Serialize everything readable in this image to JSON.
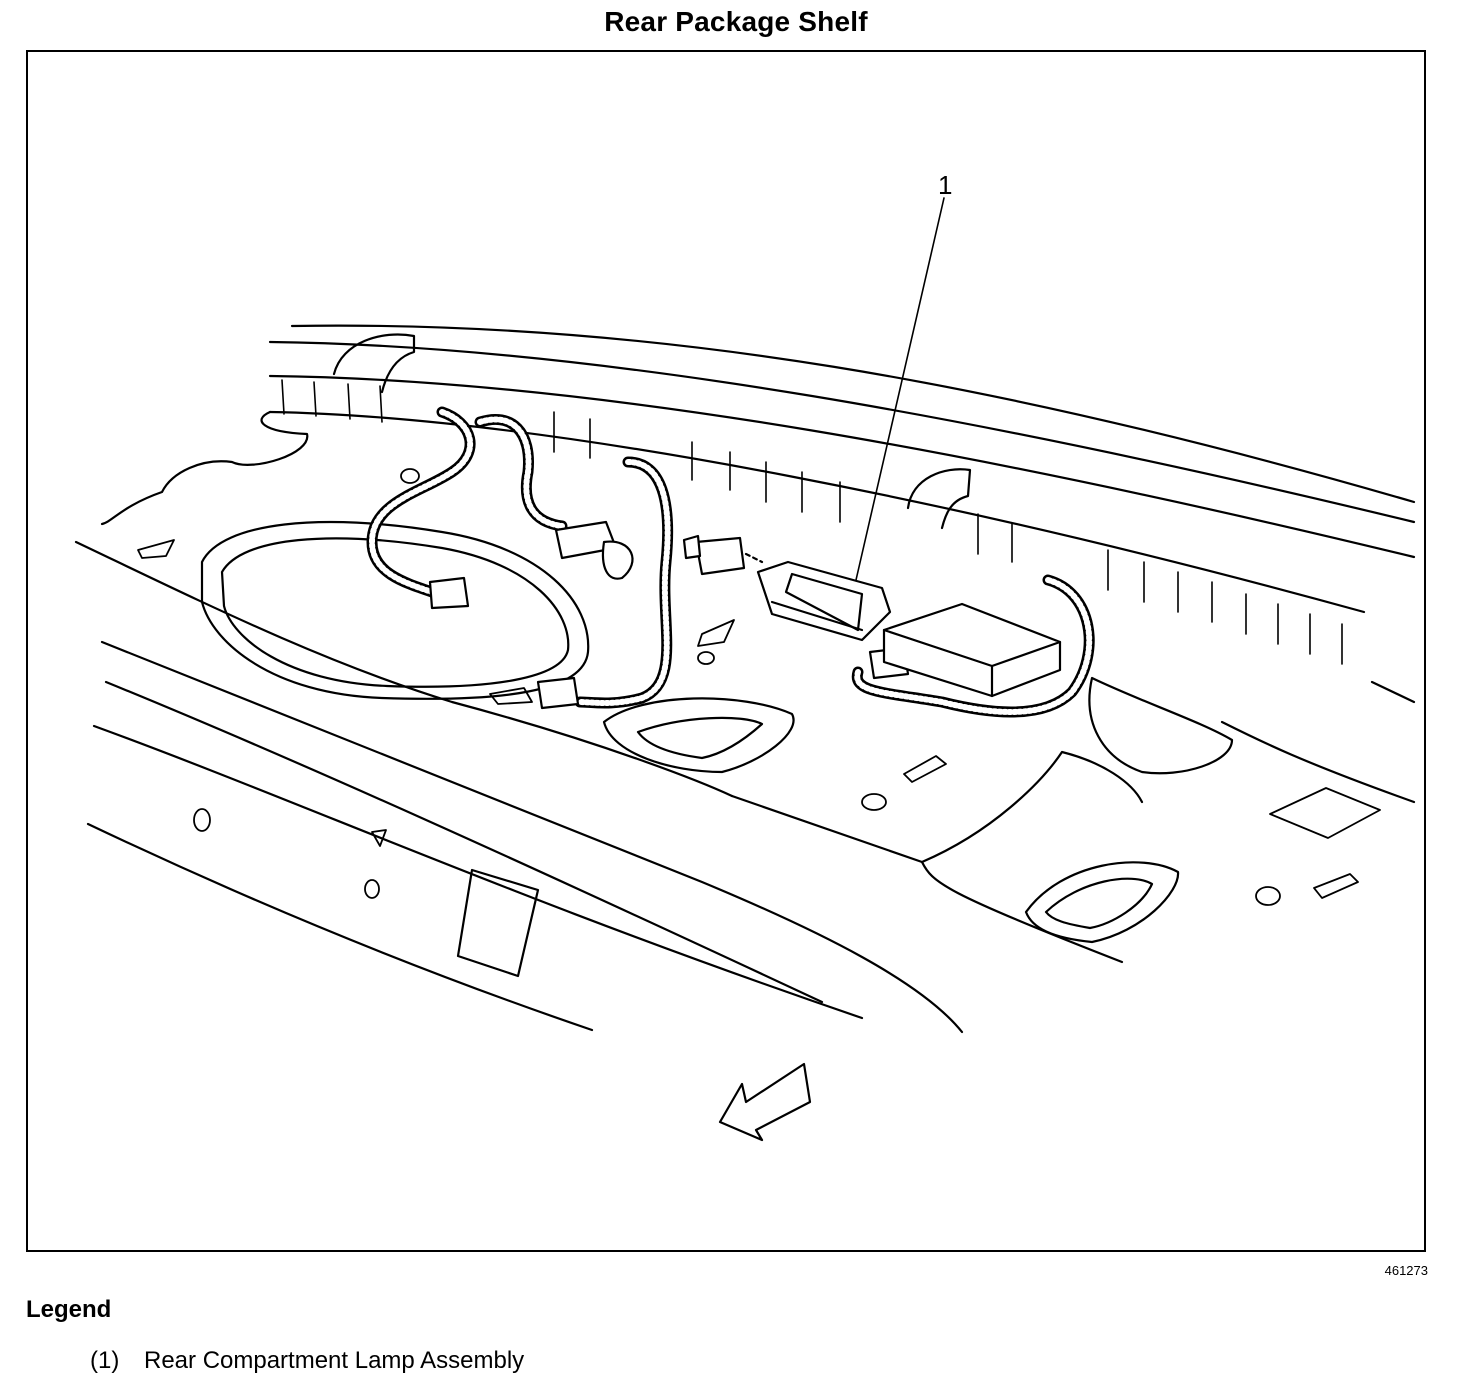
{
  "diagram": {
    "title": "Rear Package Shelf",
    "figure_id": "461273",
    "callouts": [
      {
        "label": "1",
        "target": "rear-compartment-lamp"
      }
    ]
  },
  "legend": {
    "heading": "Legend",
    "items": [
      {
        "number": "(1)",
        "text": "Rear Compartment Lamp Assembly"
      }
    ]
  }
}
